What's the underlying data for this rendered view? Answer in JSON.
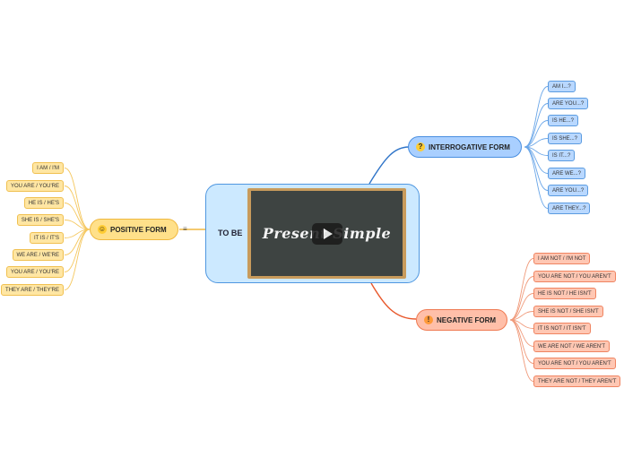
{
  "central": {
    "label": "TO BE",
    "video_title": "Present Simple"
  },
  "positive": {
    "title": "POSITIVE FORM",
    "icon": "smiling-face-icon",
    "items": [
      "I AM / I'M",
      "YOU  ARE / YOU'RE",
      "HE IS / HE'S",
      "SHE IS / SHE'S",
      "IT IS / IT'S",
      "WE ARE / WE'RE",
      "YOU ARE / YOU'RE",
      "THEY ARE / THEY'RE"
    ]
  },
  "interrogative": {
    "title": "INTERROGATIVE FORM",
    "icon": "thinking-face-icon",
    "items": [
      "AM I...?",
      "ARE YOU...?",
      "IS HE...?",
      "IS SHE...?",
      "IS IT...?",
      "ARE  WE...?",
      "ARE YOU...?",
      "ARE THEY...?"
    ]
  },
  "negative": {
    "title": "NEGATIVE FORM",
    "icon": "angry-face-icon",
    "items": [
      "I AM NOT / I'M NOT",
      "YOU ARE NOT / YOU AREN'T",
      "HE IS NOT / HE ISN'T",
      "SHE IS NOT / SHE ISN'T",
      "IT IS NOT / IT ISN'T",
      "WE ARE NOT / WE AREN'T",
      "YOU ARE NOT / YOU AREN'T",
      "THEY ARE NOT / THEY AREN'T"
    ]
  },
  "colors": {
    "positive": "#f0b840",
    "interrogative": "#2f74c8",
    "negative": "#e8582c"
  }
}
